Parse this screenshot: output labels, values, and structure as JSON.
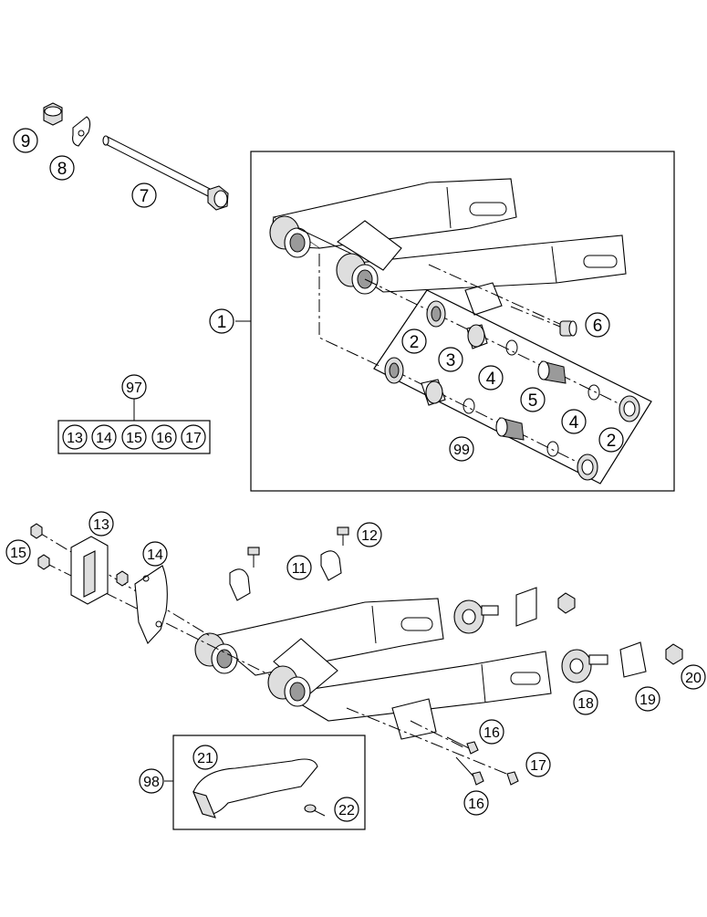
{
  "diagram": {
    "callouts": {
      "c1": "1",
      "c2a": "2",
      "c2b": "2",
      "c3": "3",
      "c4a": "4",
      "c4b": "4",
      "c5": "5",
      "c6": "6",
      "c7": "7",
      "c8": "8",
      "c9": "9",
      "c11": "11",
      "c12": "12",
      "c13": "13",
      "c14": "14",
      "c15": "15",
      "c16a": "16",
      "c16b": "16",
      "c17": "17",
      "c18": "18",
      "c19": "19",
      "c20": "20",
      "c21": "21",
      "c22": "22",
      "c97": "97",
      "c98": "98",
      "c99": "99"
    },
    "kit97": [
      "13",
      "14",
      "15",
      "16",
      "17"
    ]
  }
}
